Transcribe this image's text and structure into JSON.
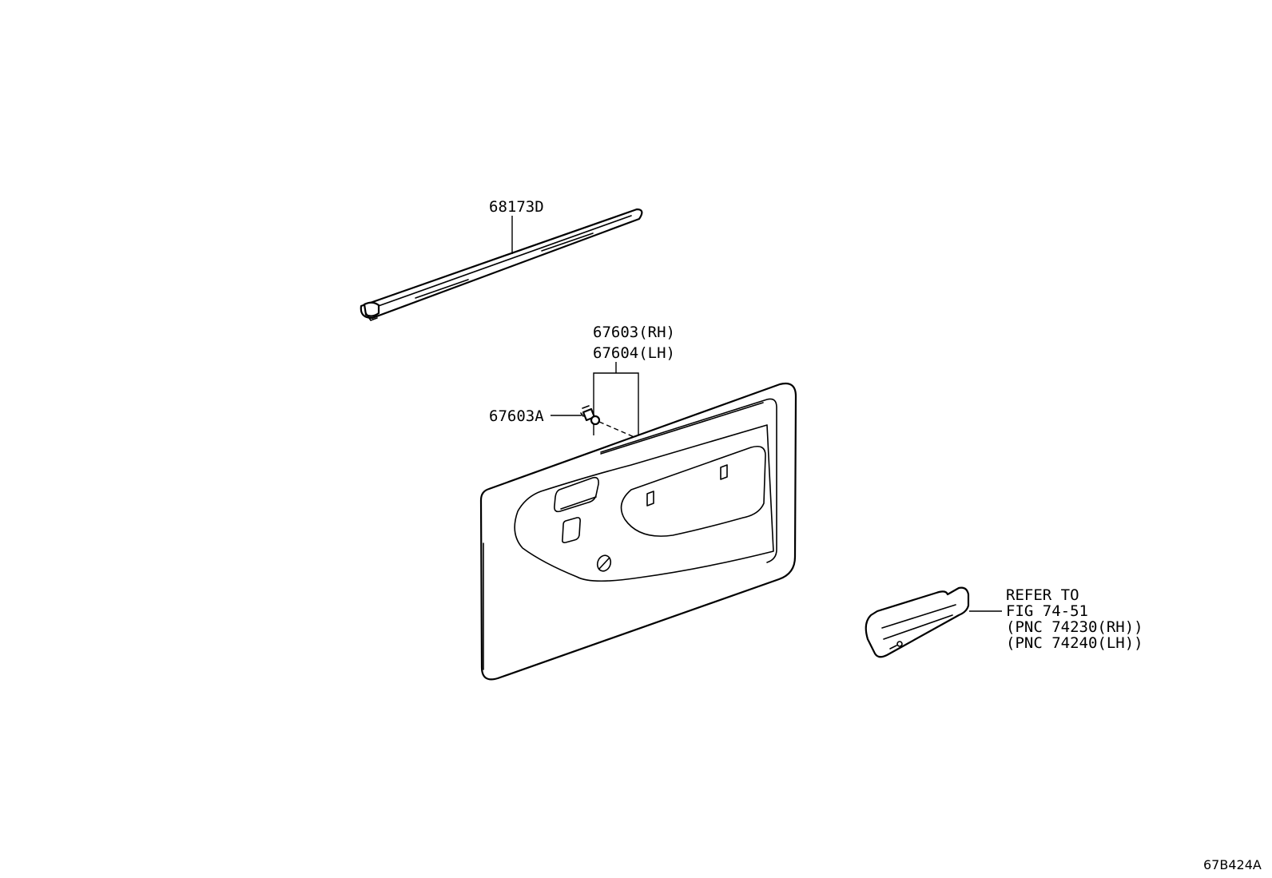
{
  "callouts": {
    "moulding": "68173D",
    "panel_rh": "67603(RH)",
    "panel_lh": "67604(LH)",
    "clip": "67603A",
    "armrest_line1": "REFER TO",
    "armrest_line2": "FIG 74-51",
    "armrest_line3": "(PNC 74230(RH))",
    "armrest_line4": "(PNC 74240(LH))"
  },
  "figure_id": "67B424A"
}
